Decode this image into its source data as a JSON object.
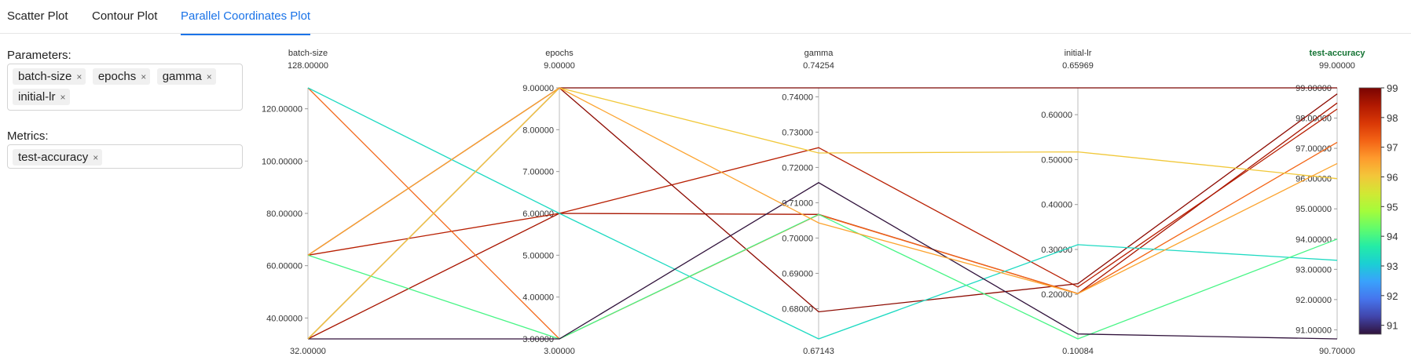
{
  "tabs": [
    {
      "label": "Scatter Plot",
      "active": false
    },
    {
      "label": "Contour Plot",
      "active": false
    },
    {
      "label": "Parallel Coordinates Plot",
      "active": true
    }
  ],
  "parameters": {
    "label": "Parameters:",
    "chips": [
      "batch-size",
      "epochs",
      "gamma",
      "initial-lr"
    ]
  },
  "metrics": {
    "label": "Metrics:",
    "chips": [
      "test-accuracy"
    ]
  },
  "chip_remove_glyph": "×",
  "colors": {
    "accent": "#1a73e8",
    "metric_axis_title": "#137333",
    "colormap": [
      "#30123b",
      "#4145ab",
      "#4675ed",
      "#39a2fc",
      "#1bcfd4",
      "#24eca6",
      "#61fc6c",
      "#a4fc3b",
      "#d1e834",
      "#f3c63a",
      "#fe9b2d",
      "#f36315",
      "#d93806",
      "#b11901",
      "#7a0402"
    ]
  },
  "chart_data": {
    "type": "parallel_coordinates",
    "axes": [
      {
        "name": "batch-size",
        "min": 32,
        "max": 128,
        "min_label": "32.00000",
        "max_label": "128.00000",
        "ticks": [
          40,
          60,
          80,
          100,
          120
        ],
        "tick_labels": [
          "40.00000",
          "60.00000",
          "80.00000",
          "100.00000",
          "120.00000"
        ]
      },
      {
        "name": "epochs",
        "min": 3,
        "max": 9,
        "min_label": "3.00000",
        "max_label": "9.00000",
        "ticks": [
          3,
          4,
          5,
          6,
          7,
          8,
          9
        ],
        "tick_labels": [
          "3.00000",
          "4.00000",
          "5.00000",
          "6.00000",
          "7.00000",
          "8.00000",
          "9.00000"
        ]
      },
      {
        "name": "gamma",
        "min": 0.67143,
        "max": 0.74254,
        "min_label": "0.67143",
        "max_label": "0.74254",
        "ticks": [
          0.68,
          0.69,
          0.7,
          0.71,
          0.72,
          0.73,
          0.74
        ],
        "tick_labels": [
          "0.68000",
          "0.69000",
          "0.70000",
          "0.71000",
          "0.72000",
          "0.73000",
          "0.74000"
        ]
      },
      {
        "name": "initial-lr",
        "min": 0.10084,
        "max": 0.65969,
        "min_label": "0.10084",
        "max_label": "0.65969",
        "ticks": [
          0.2,
          0.3,
          0.4,
          0.5,
          0.6
        ],
        "tick_labels": [
          "0.20000",
          "0.30000",
          "0.40000",
          "0.50000",
          "0.60000"
        ]
      },
      {
        "name": "test-accuracy",
        "min": 90.7,
        "max": 99.0,
        "min_label": "90.70000",
        "max_label": "99.00000",
        "is_metric": true,
        "ticks": [
          91,
          92,
          93,
          94,
          95,
          96,
          97,
          98,
          99
        ],
        "tick_labels": [
          "91.00000",
          "92.00000",
          "93.00000",
          "94.00000",
          "95.00000",
          "96.00000",
          "97.00000",
          "98.00000",
          "99.00000"
        ]
      }
    ],
    "lines": [
      {
        "values": [
          64,
          9,
          0.74254,
          0.65969,
          99.0
        ]
      },
      {
        "values": [
          64,
          6,
          0.7256,
          0.2162,
          98.3
        ]
      },
      {
        "values": [
          32,
          6,
          0.7067,
          0.2016,
          98.5
        ]
      },
      {
        "values": [
          32,
          9,
          0.6791,
          0.2238,
          98.8
        ]
      },
      {
        "values": [
          128,
          3,
          0.7066,
          0.2016,
          97.2
        ]
      },
      {
        "values": [
          128,
          6,
          0.67143,
          0.3106,
          93.3
        ]
      },
      {
        "values": [
          64,
          3,
          0.7067,
          0.10084,
          94.0
        ]
      },
      {
        "values": [
          32,
          3,
          0.7157,
          0.1119,
          90.7
        ]
      },
      {
        "values": [
          32,
          9,
          0.7241,
          0.5172,
          96.0
        ]
      },
      {
        "values": [
          64,
          9,
          0.7043,
          0.2016,
          96.5
        ]
      }
    ],
    "colorbar": {
      "min": 90.7,
      "max": 99.0,
      "ticks": [
        91,
        92,
        93,
        94,
        95,
        96,
        97,
        98,
        99
      ]
    }
  }
}
